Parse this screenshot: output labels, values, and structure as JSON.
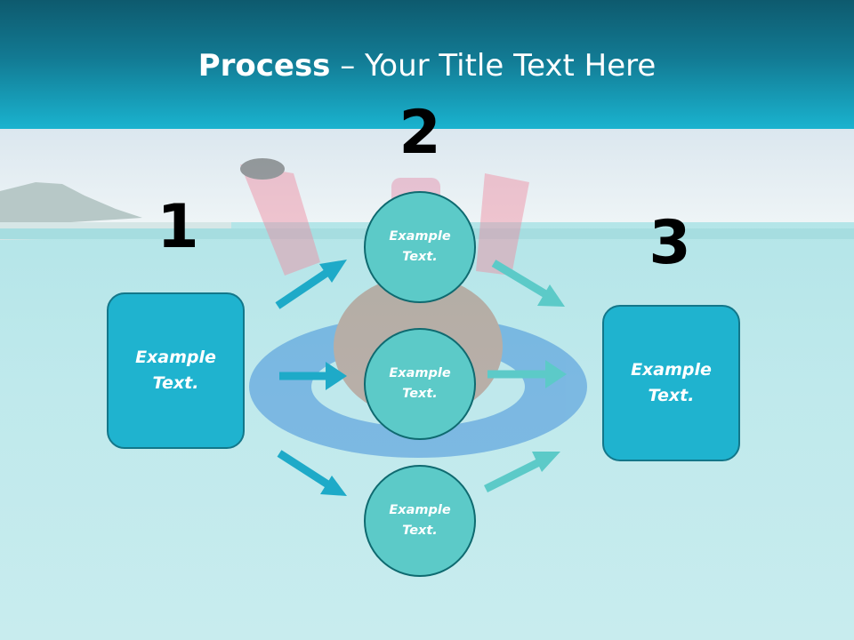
{
  "slide": {
    "title_bold": "Process",
    "title_rest": " – Your Title Text Here",
    "step_numbers": [
      "1",
      "2",
      "3"
    ],
    "left_box": "Example\nText.",
    "circles": [
      "Example\nText.",
      "Example\nText.",
      "Example\nText."
    ],
    "right_box": "Example\nText."
  },
  "colors": {
    "header": "#127a93",
    "box_fill": "#1fb3cf",
    "circle_fill": "#5ccac8",
    "arrow_dark": "#1eaac8",
    "arrow_light": "#5ccac8"
  }
}
